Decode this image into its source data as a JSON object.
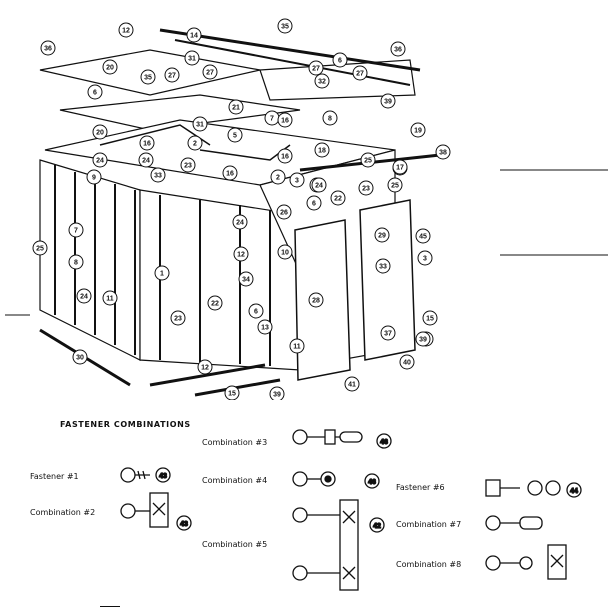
{
  "diagram": {
    "callouts_top": [
      "12",
      "14",
      "35",
      "36",
      "20",
      "6",
      "35",
      "27",
      "31",
      "27",
      "6",
      "27",
      "32",
      "36",
      "27",
      "39",
      "21",
      "7",
      "16",
      "8",
      "20",
      "16",
      "2",
      "31",
      "5",
      "24",
      "16",
      "18",
      "24",
      "9",
      "33",
      "23",
      "16",
      "2",
      "17",
      "38",
      "24",
      "3",
      "24",
      "22",
      "25",
      "23",
      "19",
      "17",
      "6",
      "26",
      "25"
    ],
    "callouts_left": [
      "25",
      "7",
      "8",
      "24",
      "11",
      "1",
      "34",
      "12",
      "10",
      "22",
      "6",
      "23",
      "13",
      "29",
      "11",
      "24",
      "41",
      "38",
      "45",
      "28",
      "3",
      "33",
      "15",
      "37",
      "39",
      "40",
      "12",
      "15",
      "30"
    ],
    "ref_39": "39"
  },
  "fasteners": {
    "heading": "FASTENER COMBINATIONS",
    "fastener1": {
      "label": "Fastener  #1",
      "num": "43"
    },
    "combination2": {
      "label": "Combination  #2",
      "num": "43"
    },
    "combination3": {
      "label": "Combination  #3",
      "num": "46"
    },
    "combination4": {
      "label": "Combination  #4",
      "num": "46"
    },
    "combination5": {
      "label": "Combination  #5",
      "num": "42"
    },
    "fastener6": {
      "label": "Fastener  #6",
      "num": "44"
    },
    "combination7": {
      "label": "Combination  #7"
    },
    "combination8": {
      "label": "Combination  #8"
    }
  }
}
